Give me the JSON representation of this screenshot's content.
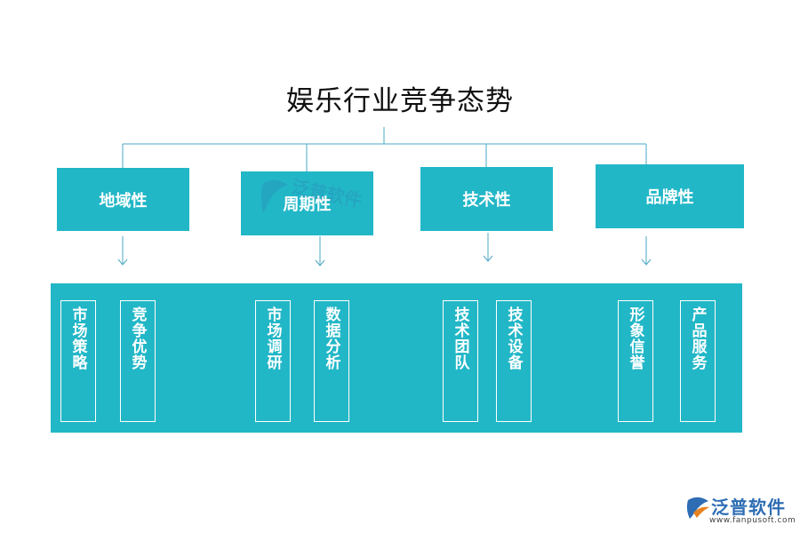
{
  "title": "娱乐行业竞争态势",
  "categories": [
    {
      "label": "地域性",
      "items": [
        "市场策略",
        "竞争优势"
      ]
    },
    {
      "label": "周期性",
      "items": [
        "市场调研",
        "数据分析"
      ]
    },
    {
      "label": "技术性",
      "items": [
        "技术团队",
        "技术设备"
      ]
    },
    {
      "label": "品牌性",
      "items": [
        "形象信誉",
        "产品服务"
      ]
    }
  ],
  "watermark": {
    "text": "泛普软件"
  },
  "logo": {
    "name": "泛普软件",
    "url": "www.fanpusoft.com"
  },
  "colors": {
    "accent": "#22b7c7",
    "line": "#4aa9c4",
    "logo": "#2e6db4"
  }
}
